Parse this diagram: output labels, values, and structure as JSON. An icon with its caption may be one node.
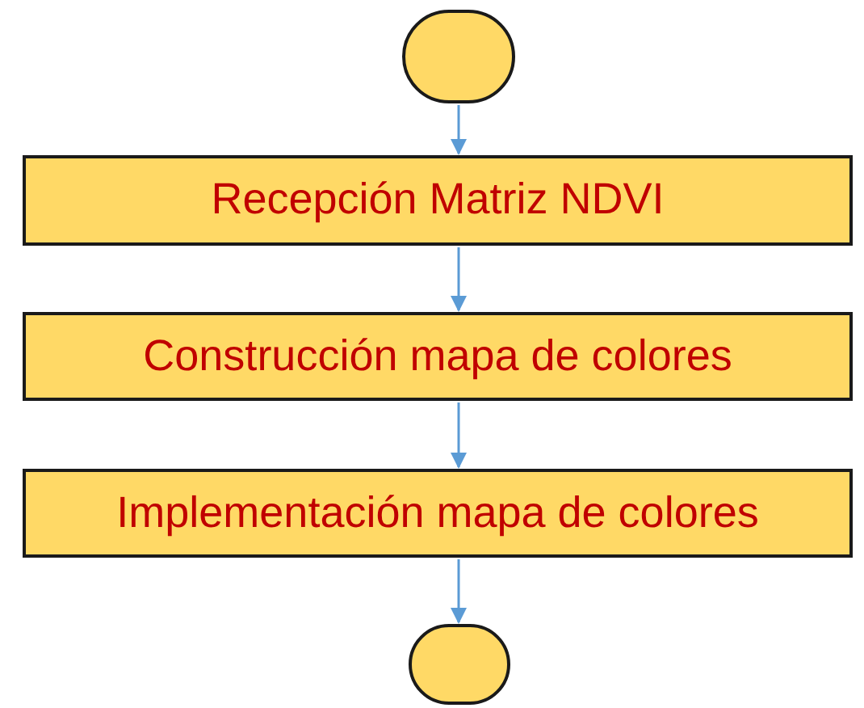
{
  "diagram": {
    "nodes": [
      {
        "text": [],
        "shape": "circle"
      },
      {
        "text": [
          "Recepción Matriz NDVI"
        ]
      },
      {
        "text": [
          "Construcción mapa de colores"
        ]
      },
      {
        "text": [
          "Implementación mapa de colores"
        ]
      },
      {
        "text": [],
        "shape": "circle"
      }
    ],
    "edges": [
      {
        "from": 0,
        "to": 1,
        "arrow": "to"
      },
      {
        "from": 1,
        "to": 2,
        "arrow": "to"
      },
      {
        "from": 2,
        "to": 3,
        "arrow": "to"
      },
      {
        "from": 3,
        "to": 4,
        "arrow": "to"
      }
    ]
  }
}
